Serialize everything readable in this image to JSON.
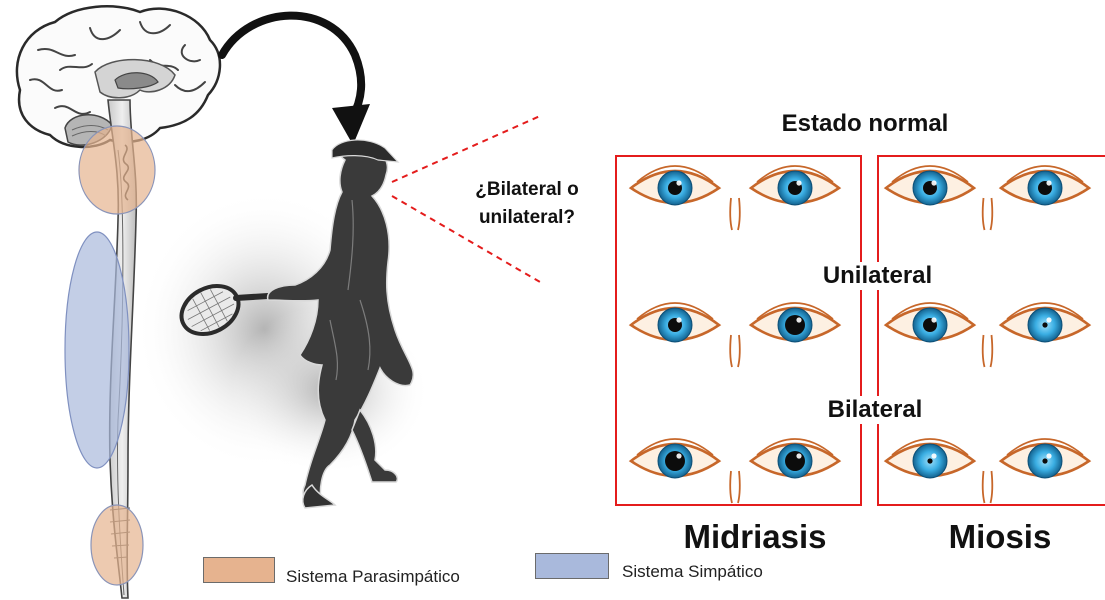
{
  "colors": {
    "parasympathetic": "#e6b38f",
    "sympathetic": "#a9b9dc",
    "frame_red": "#e41c1c",
    "iris_blue": "#2c9bd6",
    "eyelid_orange": "#c7672a",
    "arrow": "#111111"
  },
  "labels": {
    "question": "¿Bilateral o unilateral?",
    "row_normal": "Estado normal",
    "row_unilateral": "Unilateral",
    "row_bilateral": "Bilateral",
    "col_mydriasis": "Midriasis",
    "col_miosis": "Miosis"
  },
  "legend": [
    {
      "label": "Sistema Parasimpático",
      "color": "#e6b38f",
      "icon": "parasympathetic-swatch"
    },
    {
      "label": "Sistema Simpático",
      "color": "#a9b9dc",
      "icon": "sympathetic-swatch"
    }
  ],
  "illustration": {
    "left": "brain-and-spinal-cord-icon",
    "center": "tennis-player-icon",
    "arrow": "curved-arrow-icon"
  },
  "panels": [
    {
      "name": "Midriasis",
      "rows": [
        {
          "row": "Estado normal",
          "pupils": [
            "normal",
            "normal"
          ]
        },
        {
          "row": "Unilateral",
          "pupils": [
            "normal",
            "dilated"
          ]
        },
        {
          "row": "Bilateral",
          "pupils": [
            "dilated",
            "dilated"
          ]
        }
      ]
    },
    {
      "name": "Miosis",
      "rows": [
        {
          "row": "Estado normal",
          "pupils": [
            "normal",
            "normal"
          ]
        },
        {
          "row": "Unilateral",
          "pupils": [
            "normal",
            "constricted"
          ]
        },
        {
          "row": "Bilateral",
          "pupils": [
            "constricted",
            "constricted"
          ]
        }
      ]
    }
  ]
}
